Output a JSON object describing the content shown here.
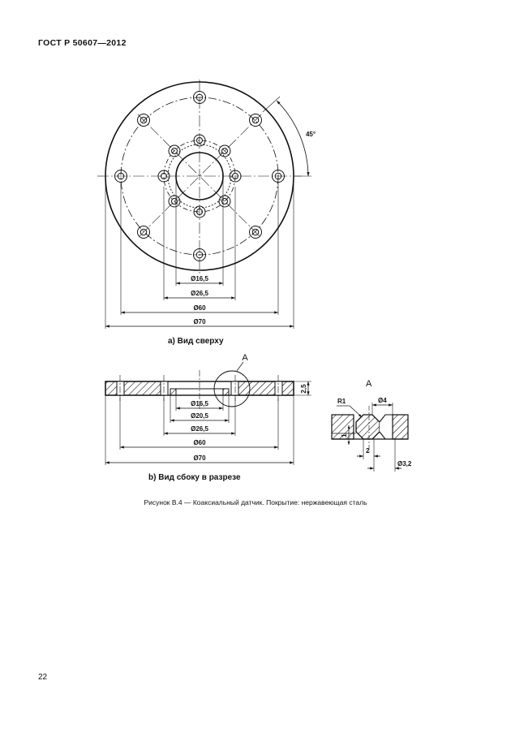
{
  "header": {
    "standard": "ГОСТ Р 50607—2012"
  },
  "top_view": {
    "caption": "а) Вид сверху",
    "angle_label": "45°",
    "dims": [
      "Ø16,5",
      "Ø26,5",
      "Ø60",
      "Ø70"
    ]
  },
  "side_view": {
    "caption": "b) Вид сбоку в разрезе",
    "section_label": "A",
    "thickness_label": "2,5",
    "dims": [
      "Ø16,5",
      "Ø20,5",
      "Ø26,5",
      "Ø60",
      "Ø70"
    ]
  },
  "detail": {
    "title": "A",
    "radius_label": "R1",
    "diameter_label": "Ø4",
    "height_label": "1",
    "offset_label": "2",
    "bore_label": "Ø3,2"
  },
  "figure_caption": "Рисунок В.4 — Коаксиальный датчик. Покрытие: нержавеющая сталь",
  "page_number": "22"
}
